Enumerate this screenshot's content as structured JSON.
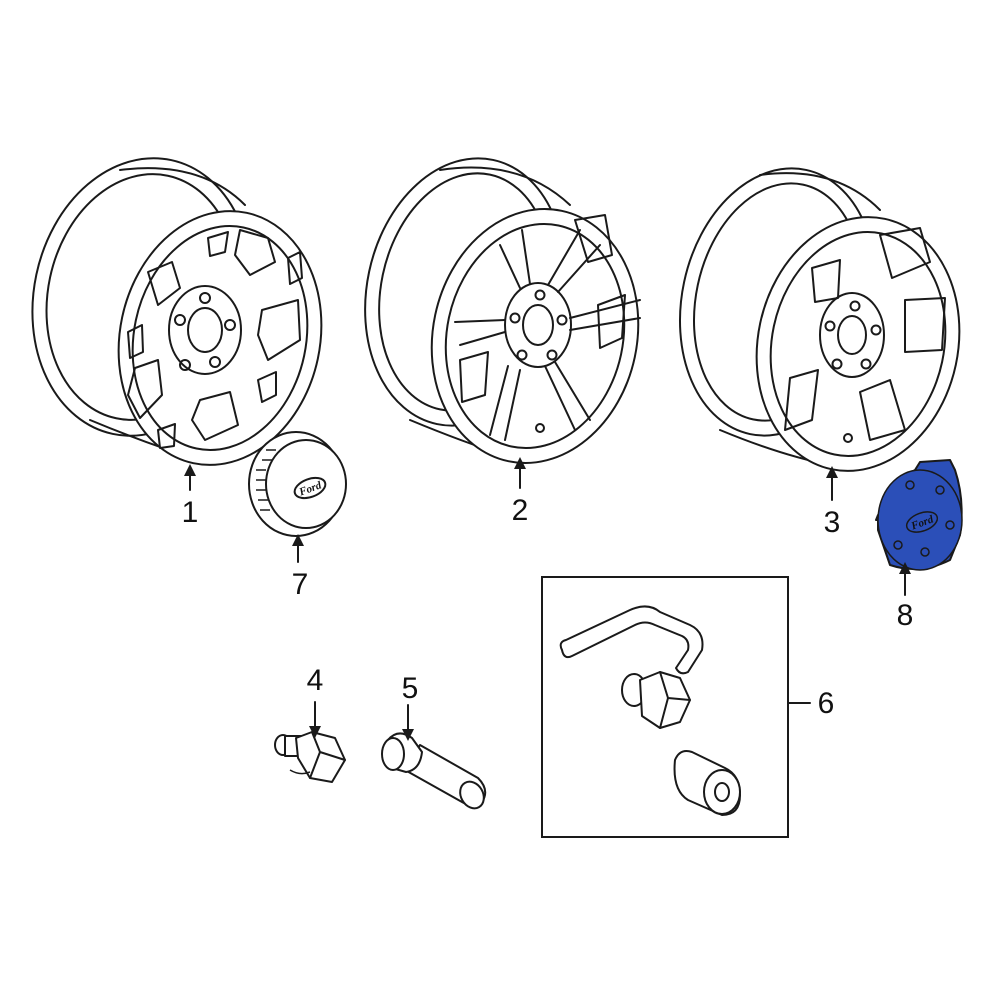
{
  "diagram": {
    "callouts": [
      {
        "id": "1",
        "label": "1"
      },
      {
        "id": "2",
        "label": "2"
      },
      {
        "id": "3",
        "label": "3"
      },
      {
        "id": "4",
        "label": "4"
      },
      {
        "id": "5",
        "label": "5"
      },
      {
        "id": "6",
        "label": "6"
      },
      {
        "id": "7",
        "label": "7"
      },
      {
        "id": "8",
        "label": "8"
      }
    ],
    "logo_text": "Ford",
    "highlight_color": "#2b4fb8"
  }
}
